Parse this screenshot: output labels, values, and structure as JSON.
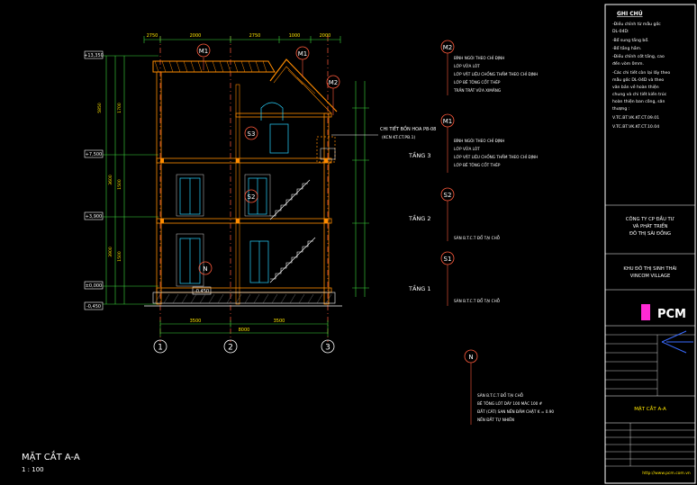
{
  "title": {
    "main": "MẶT CẮT A-A",
    "scale": "1 : 100"
  },
  "levels": [
    {
      "label": "+13,350",
      "key": "l13350"
    },
    {
      "label": "+7,500",
      "key": "l7500"
    },
    {
      "label": "+3,900",
      "key": "l3900"
    },
    {
      "label": "±0,000",
      "key": "l0"
    },
    {
      "label": "-0,450",
      "key": "l045a"
    },
    {
      "label": "-0,450",
      "key": "l045b"
    }
  ],
  "top_dims": [
    "2750",
    "2000",
    "2750",
    "1000",
    "2000"
  ],
  "bottom_dims": [
    "3500",
    "3500",
    "8000"
  ],
  "axes": [
    "1",
    "2",
    "3"
  ],
  "floor_labels": [
    "TẦNG 3",
    "TẦNG 2",
    "TẦNG 1"
  ],
  "sections": {
    "M2": {
      "tag": "M2",
      "lines": [
        "BÌNH NGÓI THEO CHỈ ĐỊNH",
        "LỚP VỮA LÓT",
        "LỚP VẬT LIỆU CHỐNG THẤM THEO CHỈ ĐỊNH",
        "LỚP BÊ TÔNG CỐT THÉP",
        "TRẦN TRÁT VỮA XIMĂNG"
      ]
    },
    "M1": {
      "tag": "M1",
      "lines": [
        "BÌNH NGÓI THEO CHỈ ĐỊNH",
        "LỚP VỮA LÓT",
        "LỚP VẬT LIỆU CHỐNG THẤM THEO CHỈ ĐỊNH",
        "LỚP BÊ TÔNG CỐT THÉP"
      ]
    },
    "S2": {
      "tag": "S2",
      "lines": [
        "SÀN B.T.C.T  ĐỔ TẠI CHỖ"
      ]
    },
    "S1": {
      "tag": "S1",
      "lines": [
        "SÀN B.T.C.T  ĐỔ TẠI CHỖ"
      ]
    },
    "N": {
      "tag": "N",
      "lines": [
        "SÀN B.T.C.T  ĐỔ TẠI CHỖ",
        "BÊ TÔNG LÓT DÀY 100 MÁC 100 #",
        "ĐẤT (CÁT) SAN NỀN ĐẦM CHẶT K = 0.90",
        "NỀN ĐẤT TỰ NHIÊN"
      ]
    }
  },
  "marker_tags": [
    "M1",
    "M1",
    "M2",
    "S3",
    "S2",
    "N"
  ],
  "detail_callout": {
    "line1": "CHI TIẾT BỒN HOA P8-08",
    "line2": "(KCN KT.CT.PB.1)"
  },
  "notes": {
    "heading": "GHI CHÚ",
    "lines": [
      "-Điều chỉnh từ mẫu gốc",
      "DL-04D:",
      "-Bổ sung tầng bổ.",
      "-Bổ tầng hầm.",
      "-Điều chỉnh cốt tầng, cao",
      "đến vòm 0mm.",
      "-Các chi tiết còn lại lấy theo",
      "mẫu gốc DL-04D và theo",
      "văn bản về hoàn thiện",
      "chung và chi tiết kiến trúc",
      "hoàn thiện ban công, sân",
      "thượng :",
      "V.TC.BT.VK.KT.CT.09.01",
      "V.TC.BT.VK.KT.CT.10.04"
    ]
  },
  "company": {
    "line1": "CÔNG TY CP ĐẦU TƯ",
    "line2": "VÀ PHÁT TRIỂN",
    "line3": "ĐÔ THỊ SÀI ĐỒNG"
  },
  "project": {
    "line1": "KHU ĐÔ THỊ SINH THÁI",
    "line2": "VINCOM VILLAGE"
  },
  "logo_text": "PCM",
  "sheet_title": "MẶT CẮT A-A",
  "footer_url": "http://www.pcm.com.vn",
  "colors": {
    "background": "#000000",
    "grid": "#ff5a3c",
    "wall": "#ff8c00",
    "text": "#ffffff",
    "green": "#3cd93c",
    "yellow": "#ffe600",
    "cyan": "#2ad4ff",
    "magenta": "#ff2ad4",
    "blue": "#3a6bff"
  }
}
